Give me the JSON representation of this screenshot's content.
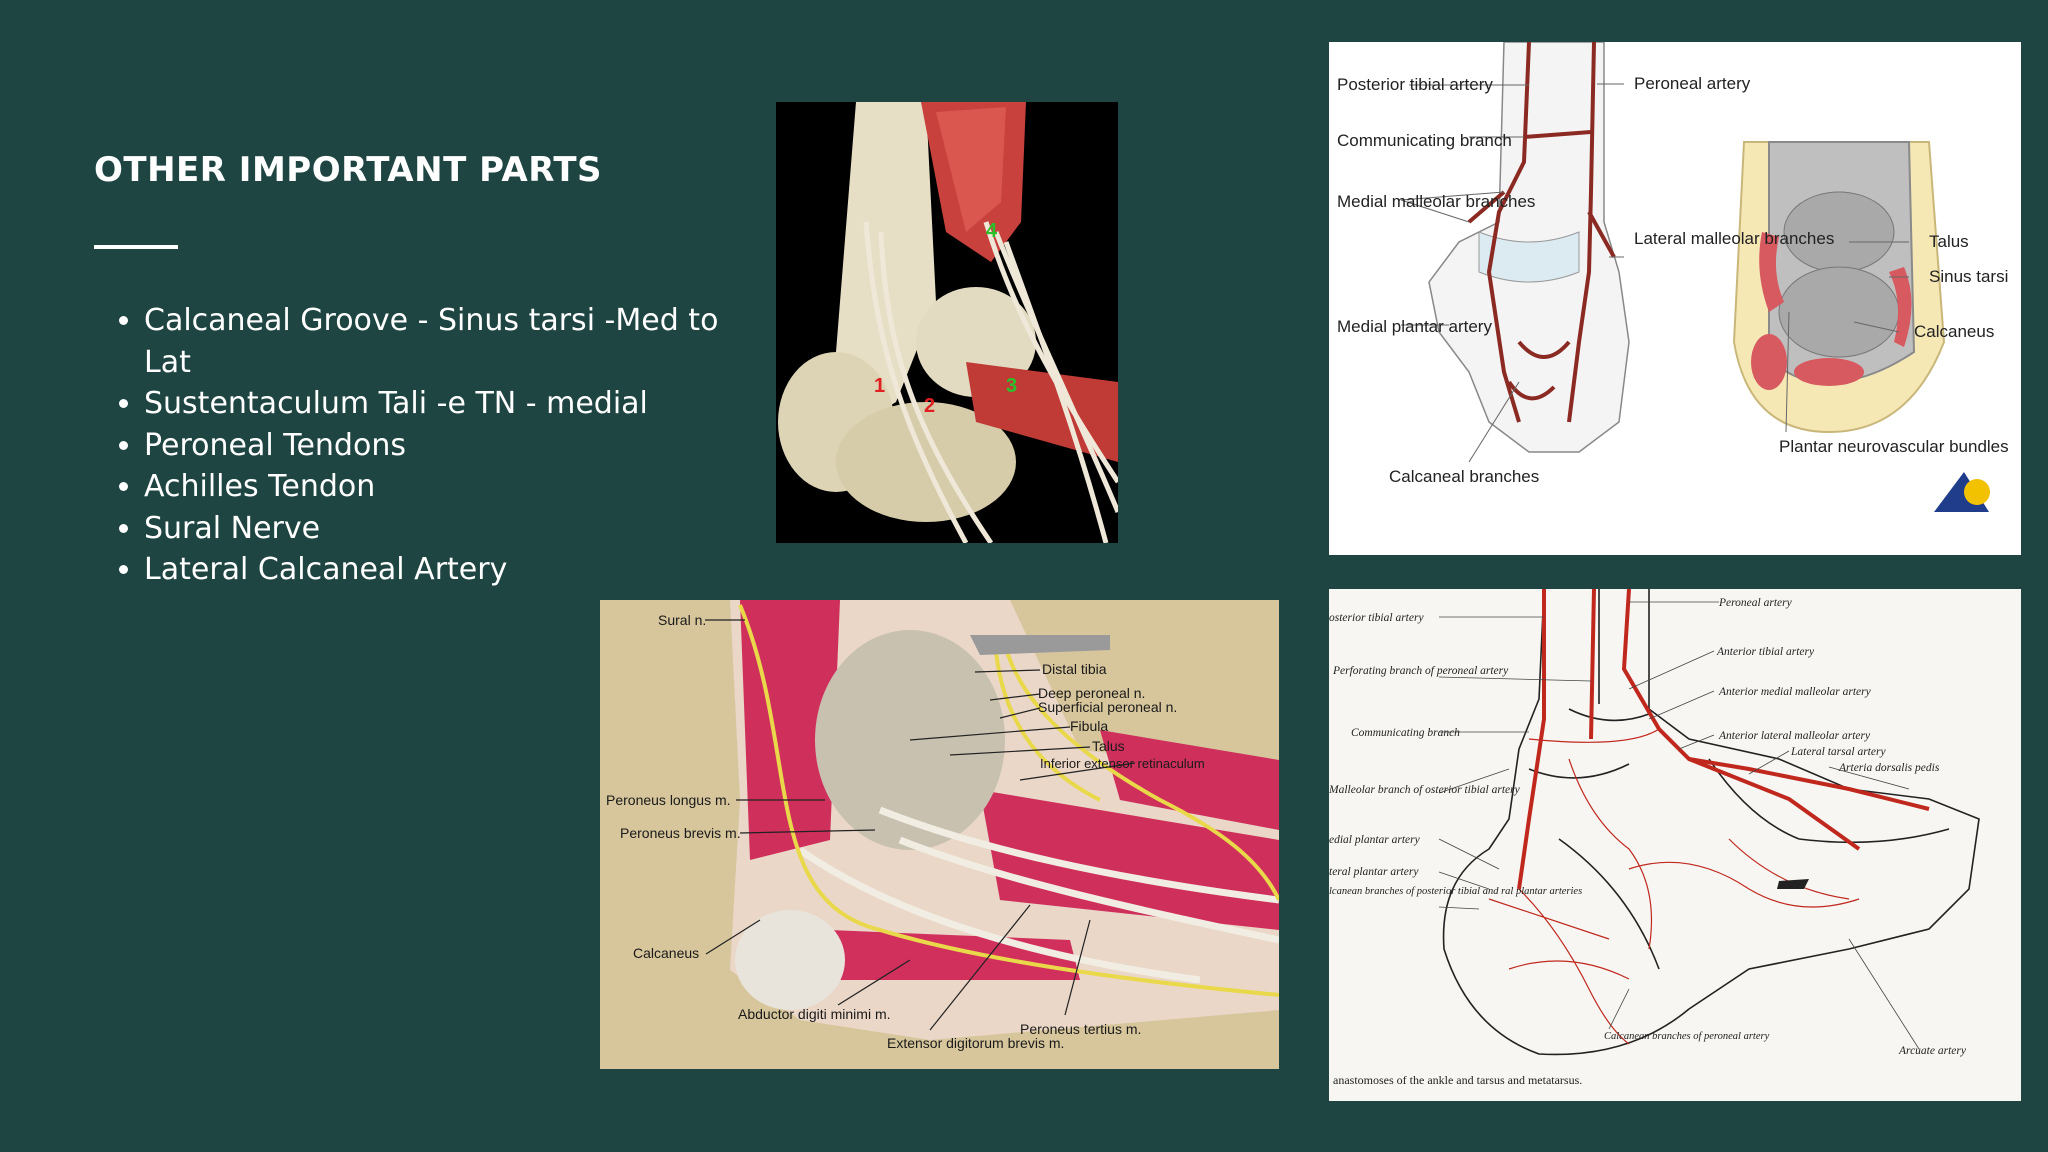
{
  "slide": {
    "title": "OTHER IMPORTANT PARTS",
    "bullets": [
      "Calcaneal Groove - Sinus tarsi -Med to Lat",
      "Sustentaculum Tali -e TN - medial",
      "Peroneal Tendons",
      "Achilles Tendon",
      "Sural Nerve",
      "Lateral Calcaneal Artery"
    ]
  },
  "figure_3d": {
    "markers": [
      "1",
      "2",
      "3",
      "4"
    ]
  },
  "figure_artery_diagram": {
    "labels": {
      "posterior_tibial": "Posterior tibial artery",
      "communicating": "Communicating branch",
      "medial_malleolar": "Medial malleolar branches",
      "medial_plantar": "Medial plantar artery",
      "calcaneal": "Calcaneal branches",
      "peroneal": "Peroneal artery",
      "lateral_malleolar": "Lateral malleolar branches",
      "talus": "Talus",
      "sinus_tarsi": "Sinus tarsi",
      "calcaneus": "Calcaneus",
      "plantar_bundles": "Plantar neurovascular bundles"
    }
  },
  "figure_nerves": {
    "labels": {
      "sural": "Sural n.",
      "distal_tibia": "Distal tibia",
      "deep_peroneal": "Deep peroneal n.",
      "superficial_peroneal": "Superficial peroneal n.",
      "fibula": "Fibula",
      "talus": "Talus",
      "inferior_extensor": "Inferior extensor retinaculum",
      "peroneus_longus": "Peroneus longus m.",
      "peroneus_brevis": "Peroneus brevis m.",
      "calcaneus": "Calcaneus",
      "abductor": "Abductor digiti minimi m.",
      "peroneus_tertius": "Peroneus tertius m.",
      "extensor_digitorum": "Extensor digitorum brevis m."
    }
  },
  "figure_anastomoses": {
    "labels": {
      "posterior_tibial": "osterior tibial artery",
      "perforating": "Perforating branch of peroneal artery",
      "communicating": "Communicating branch",
      "malleolar_branch": "Malleolar branch of osterior tibial artery",
      "medial_plantar": "edial plantar artery",
      "lateral_plantar": "teral plantar artery",
      "calcanean_branches": "lcanean branches of posterior tibial and ral plantar arteries",
      "peroneal": "Peroneal artery",
      "anterior_tibial": "Anterior tibial artery",
      "ant_med_malleolar": "Anterior medial malleolar artery",
      "ant_lat_malleolar": "Anterior lateral malleolar artery",
      "lateral_tarsal": "Lateral tarsal artery",
      "dorsalis_pedis": "Arteria dorsalis pedis",
      "calcanean_peroneal": "Calcanean branches of peroneal artery",
      "arcuate": "Arcuate artery",
      "caption": "anastomoses of the ankle and tarsus and metatarsus."
    }
  }
}
